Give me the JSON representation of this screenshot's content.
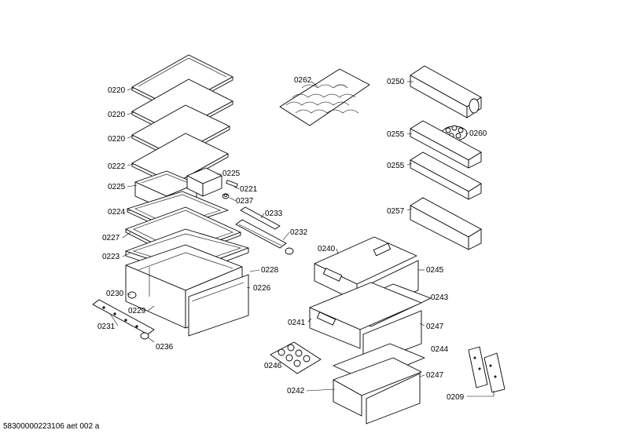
{
  "parts": {
    "p0220a": "0220",
    "p0220b": "0220",
    "p0220c": "0220",
    "p0222": "0222",
    "p0225a": "0225",
    "p0225b": "0225",
    "p0221": "0221",
    "p0237": "0237",
    "p0224": "0224",
    "p0233": "0233",
    "p0227": "0227",
    "p0232": "0232",
    "p0223": "0223",
    "p0228": "0228",
    "p0226": "0226",
    "p0230": "0230",
    "p0229": "0229",
    "p0231": "0231",
    "p0236": "0236",
    "p0262": "0262",
    "p0250": "0250",
    "p0255a": "0255",
    "p0260": "0260",
    "p0255b": "0255",
    "p0257": "0257",
    "p0240": "0240",
    "p0245": "0245",
    "p0243": "0243",
    "p0241": "0241",
    "p0247a": "0247",
    "p0244": "0244",
    "p0246": "0246",
    "p0247b": "0247",
    "p0242": "0242",
    "p0209": "0209"
  },
  "footer": "58300000223106 aet 002 a"
}
